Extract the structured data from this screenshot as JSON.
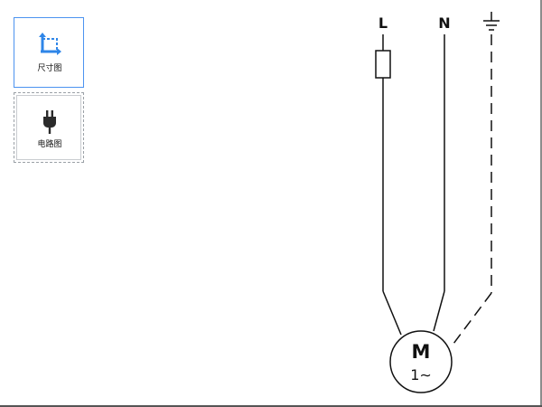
{
  "tabs": [
    {
      "label": "尺寸图",
      "icon": "dimension-icon",
      "active": true
    },
    {
      "label": "电路图",
      "icon": "plug-icon",
      "active": false
    }
  ],
  "diagram": {
    "terminal_l": "L",
    "terminal_n": "N",
    "motor_label": "M",
    "motor_phase": "1∼",
    "ground_icon": "ground-icon",
    "fuse_icon": "fuse-icon"
  },
  "colors": {
    "active_border": "#4c93f0",
    "icon_blue": "#2f86e8",
    "icon_dark": "#2b2b2b",
    "line": "#111111"
  }
}
